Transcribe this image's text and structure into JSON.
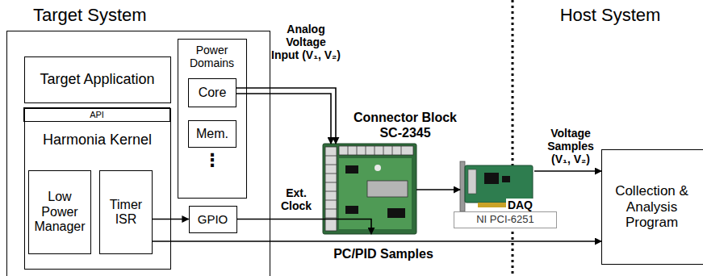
{
  "diagram": {
    "nodes": [
      {
        "text": [
          "Target System"
        ]
      },
      {
        "text": [
          "Target Application"
        ],
        "in": 0
      },
      {
        "text": [
          "Harmonia Kernel"
        ],
        "in": 0
      },
      {
        "text": [
          "API"
        ],
        "in": 2
      },
      {
        "text": [
          "Low Power Manager"
        ],
        "in": 2
      },
      {
        "text": [
          "Timer ISR"
        ],
        "in": 2
      },
      {
        "text": [
          "Power Domains"
        ],
        "in": 0
      },
      {
        "text": [
          "Core"
        ],
        "in": 6
      },
      {
        "text": [
          "Mem."
        ],
        "in": 6
      },
      {
        "text": [
          "GPIO"
        ],
        "in": 0
      },
      {
        "text": [
          "Connector Block SC-2345"
        ]
      },
      {
        "text": [
          "DAQ"
        ]
      },
      {
        "text": [
          "NI PCI-6251"
        ]
      },
      {
        "text": [
          "Collection & Analysis Program"
        ]
      }
    ],
    "edges": [
      {
        "from": 7,
        "to": 10,
        "label": "Analog Voltage Input (V₁, V₂)",
        "arrow": "to"
      },
      {
        "from": 7,
        "to": 10,
        "arrow": "to"
      },
      {
        "from": 5,
        "to": 9,
        "arrow": "to"
      },
      {
        "from": 9,
        "to": 10,
        "label": "Ext. Clock",
        "arrow": "to"
      },
      {
        "from": 10,
        "to": 11,
        "arrow": "to"
      },
      {
        "from": 11,
        "to": 13,
        "label": "Voltage Samples (V₁, V₂)",
        "arrow": "to"
      },
      {
        "from": 5,
        "to": 13,
        "label": "PC/PID Samples",
        "arrow": "to"
      }
    ],
    "labels": [
      "Host System",
      "⋮"
    ]
  }
}
